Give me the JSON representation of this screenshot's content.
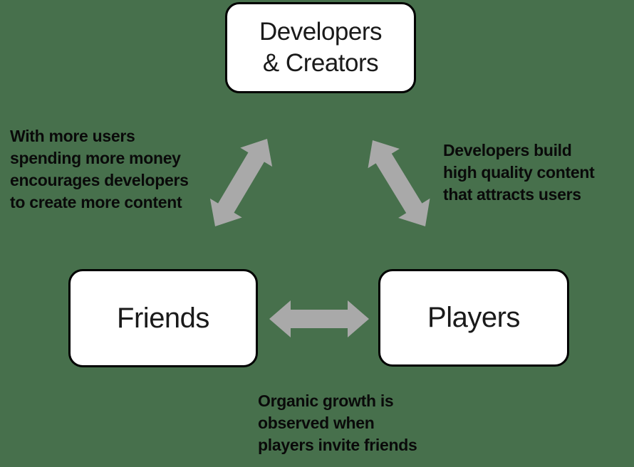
{
  "colors": {
    "background": "#47704C",
    "arrow": "#A9A9A9",
    "node_fill": "#FFFFFF",
    "node_border": "#000000",
    "text": "#0A0A0A"
  },
  "nodes": {
    "developers": {
      "label_line1": "Developers",
      "label_line2": "& Creators"
    },
    "friends": {
      "label": "Friends"
    },
    "players": {
      "label": "Players"
    }
  },
  "arrows": {
    "developers_friends": "double-headed-arrow",
    "developers_players": "double-headed-arrow",
    "friends_players": "double-headed-arrow"
  },
  "annotations": {
    "left": {
      "lines": [
        "With more users",
        "spending more money",
        "encourages developers",
        "to create more content"
      ]
    },
    "right": {
      "lines": [
        "Developers build",
        "high quality content",
        "that attracts users"
      ]
    },
    "bottom": {
      "lines": [
        "Organic growth is",
        "observed when",
        "players invite friends"
      ]
    }
  }
}
